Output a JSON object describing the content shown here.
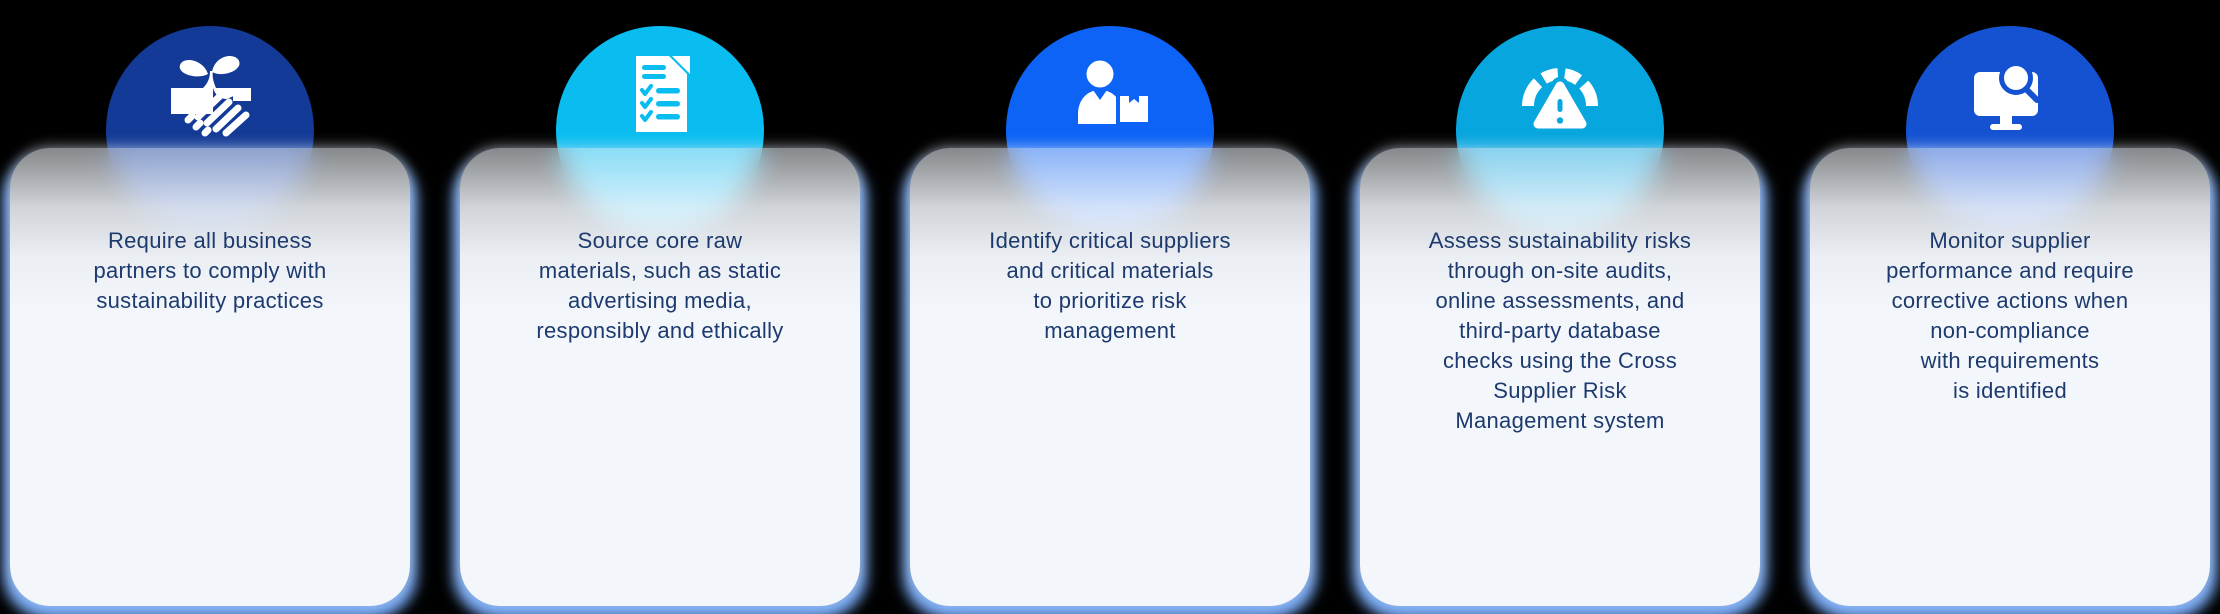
{
  "page": {
    "background_color": "#000000",
    "text_color": "#1d3a6e",
    "card_bg_color": "#f3f7fc",
    "card_glow_color": "#7aaaf3"
  },
  "cards": [
    {
      "id": "step-1",
      "icon": "handshake-sprout-icon",
      "circle_color": "#123a96",
      "lines": [
        "Require all business",
        "partners to comply with",
        "sustainability practices"
      ]
    },
    {
      "id": "step-2",
      "icon": "checklist-document-icon",
      "circle_color": "#0abdf0",
      "lines": [
        "Source core raw",
        "materials, such as static",
        "advertising media,",
        "responsibly and ethically"
      ]
    },
    {
      "id": "step-3",
      "icon": "supplier-person-box-icon",
      "circle_color": "#0d63f5",
      "lines": [
        "Identify critical suppliers",
        "and critical materials",
        "to prioritize risk",
        "management"
      ]
    },
    {
      "id": "step-4",
      "icon": "risk-gauge-warning-icon",
      "circle_color": "#08a6de",
      "lines": [
        "Assess sustainability risks",
        "through on-site audits,",
        "online assessments, and",
        "third-party database",
        "checks using the Cross",
        "Supplier Risk",
        "Management system"
      ]
    },
    {
      "id": "step-5",
      "icon": "monitor-magnifier-icon",
      "circle_color": "#1452d2",
      "lines": [
        "Monitor supplier",
        "performance and require",
        "corrective actions when",
        "non-compliance",
        "with requirements",
        "is identified"
      ]
    }
  ]
}
